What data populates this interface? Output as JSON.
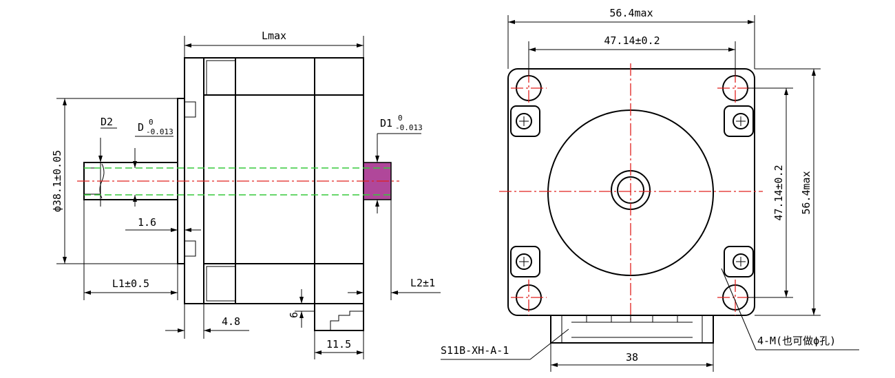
{
  "side_view": {
    "lmax": "Lmax",
    "d2": "D2",
    "d_base": "D",
    "d_sup": "0",
    "d_sub": "-0.013",
    "d1_base": "D1",
    "d1_sup": "0",
    "d1_sub": "-0.013",
    "dia": "ϕ38.1±0.05",
    "dim_1_6": "1.6",
    "l1": "L1±0.5",
    "l2": "L2±1",
    "dim_4_8": "4.8",
    "dim_6": "6",
    "dim_11_5": "11.5"
  },
  "front_view": {
    "top_outer": "56.4max",
    "top_inner": "47.14±0.2",
    "right_inner": "47.14±0.2",
    "right_outer": "56.4max",
    "connector": "S11B-XH-A-1",
    "connector_width": "38",
    "holes": "4-M(也可做ϕ孔)"
  },
  "colors": {
    "line": "#000000",
    "center_line": "#e0201e",
    "hidden_line": "#35c83a",
    "shaft_fill": "#b0479a"
  }
}
